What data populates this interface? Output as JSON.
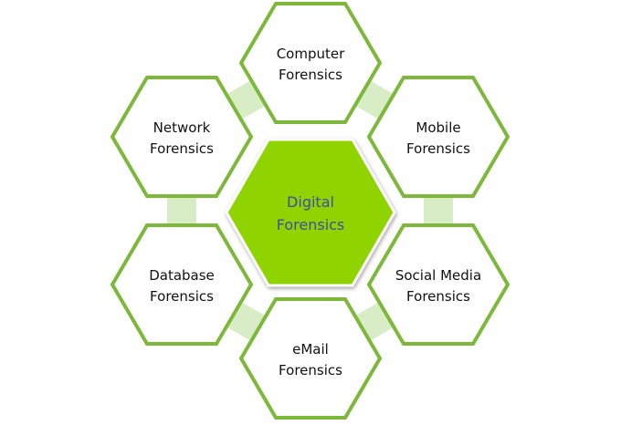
{
  "center": {
    "lines": [
      "Digital",
      "Forensics"
    ]
  },
  "nodes": [
    {
      "id": "computer",
      "lines": [
        "Computer",
        "Forensics"
      ]
    },
    {
      "id": "mobile",
      "lines": [
        "Mobile",
        "Forensics"
      ]
    },
    {
      "id": "social-media",
      "lines": [
        "Social Media",
        "Forensics"
      ]
    },
    {
      "id": "email",
      "lines": [
        "eMail",
        "Forensics"
      ]
    },
    {
      "id": "database",
      "lines": [
        "Database",
        "Forensics"
      ]
    },
    {
      "id": "network",
      "lines": [
        "Network",
        "Forensics"
      ]
    }
  ],
  "colors": {
    "center_fill": "#8fd400",
    "stroke": "#7db83a",
    "connector": "#d8edc6",
    "center_text": "#3a4fa8"
  }
}
